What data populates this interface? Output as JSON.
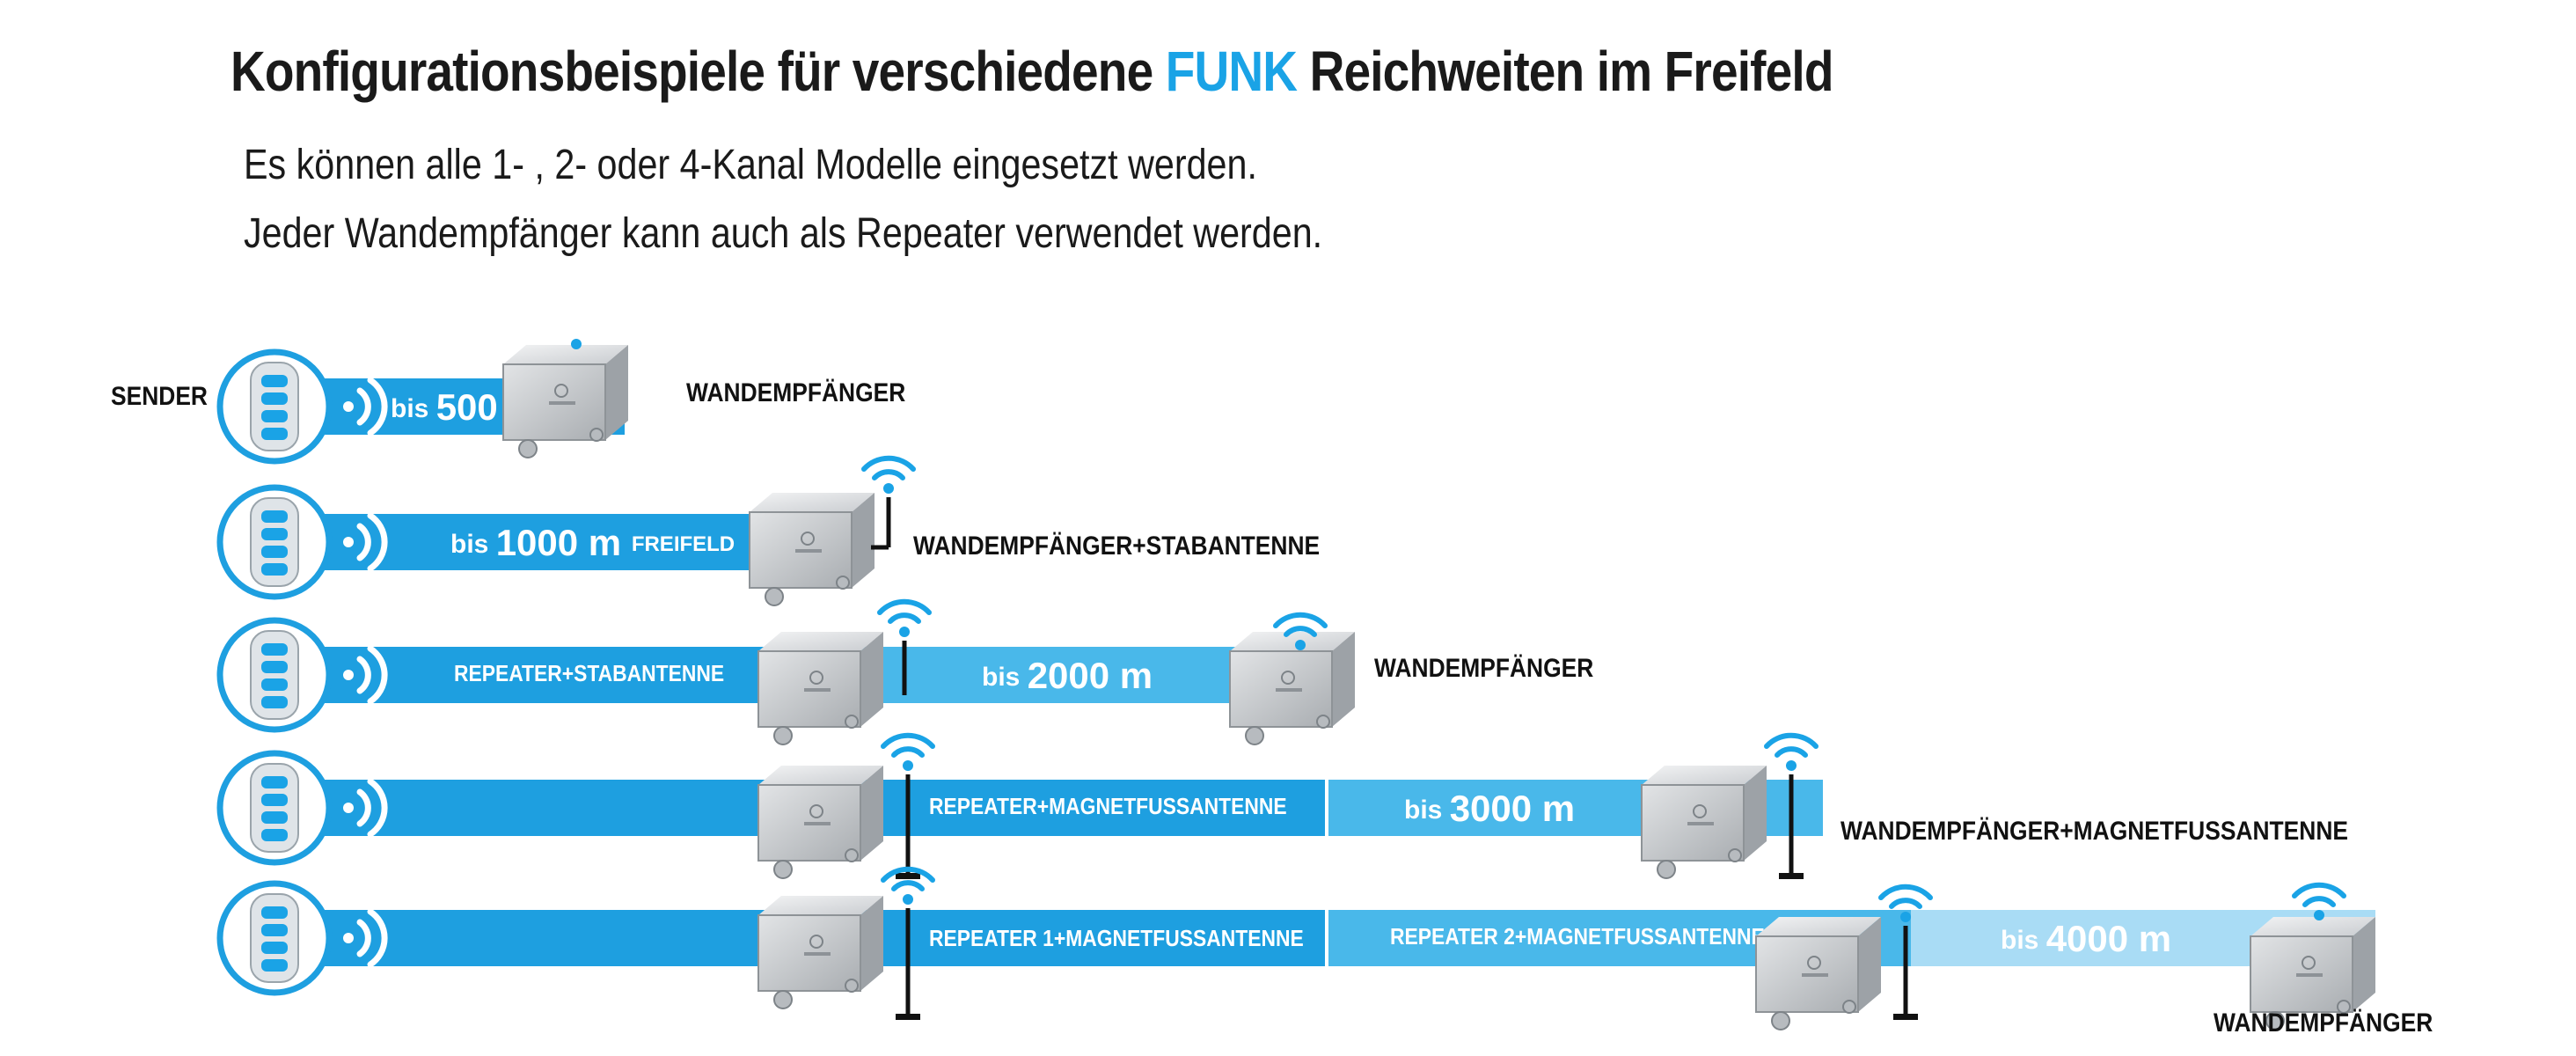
{
  "title": {
    "part1": "Konfigurationsbeispiele für verschiedene ",
    "highlight": "FUNK",
    "part2": " Reichweiten im Freifeld"
  },
  "subtitle": {
    "line1": "Es können alle 1- , 2- oder 4-Kanal Modelle eingesetzt werden.",
    "line2": "Jeder Wandempfänger kann auch als Repeater verwendet werden."
  },
  "colors": {
    "accent": "#1aa3e6",
    "band_dark": "#1e9fe0",
    "band_mid": "#49b8ea",
    "band_light": "#a9dcf5",
    "text": "#111111"
  },
  "rows": [
    {
      "sender_label": "SENDER",
      "segments": [
        {
          "text_small": "bis",
          "text_big": "500 m",
          "text_tail": ""
        }
      ],
      "end_label": "WANDEMPFÄNGER"
    },
    {
      "segments": [
        {
          "text_small": "bis",
          "text_big": "1000 m",
          "text_tail": "FREIFELD"
        }
      ],
      "end_label": "WANDEMPFÄNGER+STABANTENNE"
    },
    {
      "segments": [
        {
          "label": "REPEATER+STABANTENNE"
        },
        {
          "text_small": "bis",
          "text_big": "2000 m"
        }
      ],
      "end_label": "WANDEMPFÄNGER"
    },
    {
      "segments": [
        {
          "label": "REPEATER+MAGNETFUSSANTENNE"
        },
        {
          "text_small": "bis",
          "text_big": "3000 m"
        }
      ],
      "end_label": "WANDEMPFÄNGER+MAGNETFUSSANTENNE"
    },
    {
      "segments": [
        {
          "label": "REPEATER 1+MAGNETFUSSANTENNE"
        },
        {
          "label": "REPEATER 2+MAGNETFUSSANTENNE"
        },
        {
          "text_small": "bis",
          "text_big": "4000 m"
        }
      ],
      "end_label": "WANDEMPFÄNGER"
    }
  ],
  "icons": {
    "sender": "remote-control-icon",
    "receiver": "wall-receiver-box-icon",
    "antenna": "wifi-antenna-icon",
    "signal": "signal-waves-icon"
  }
}
